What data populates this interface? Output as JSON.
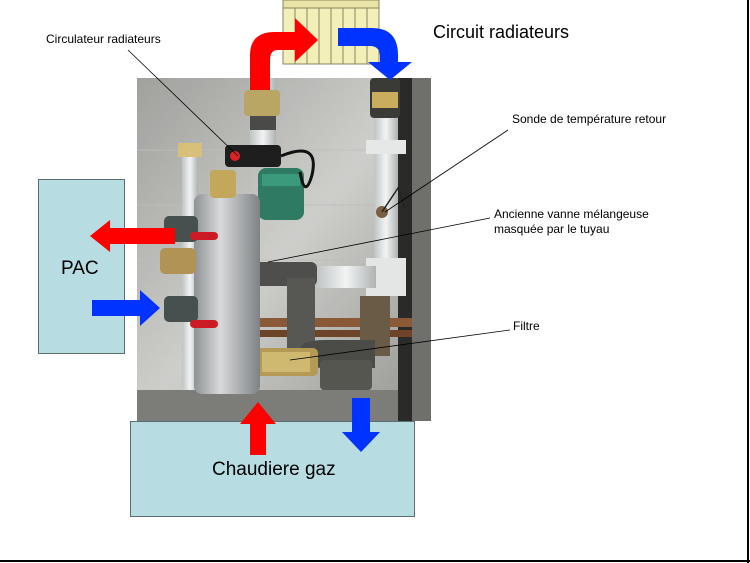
{
  "diagram": {
    "boxes": {
      "pac": "PAC",
      "chaudiere": "Chaudiere gaz"
    },
    "titles": {
      "circuit": "Circuit radiateurs"
    },
    "callouts": {
      "circulateur": "Circulateur radiateurs",
      "sonde": "Sonde de température retour",
      "vanne_line1": "Ancienne vanne mélangeuse",
      "vanne_line2": "masquée par le tuyau",
      "filtre": "Filtre"
    },
    "colors": {
      "hot_arrow": "#ff0000",
      "cold_arrow": "#0033ff",
      "box_fill": "#b7dde3",
      "radiator": "#f3efb8"
    }
  }
}
